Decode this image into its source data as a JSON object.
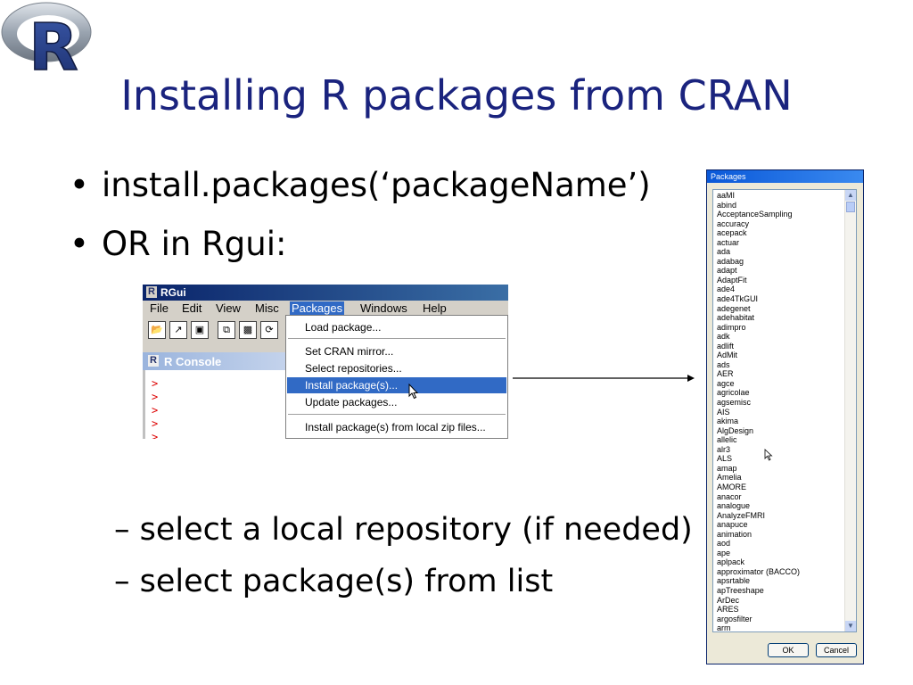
{
  "slide": {
    "title": "Installing R packages from CRAN",
    "bullets": [
      "install.packages(‘packageName’)",
      "OR in Rgui:"
    ],
    "bullet_marker": "•",
    "sub_bullets": [
      "select a local repository (if needed)",
      "select package(s) from list"
    ],
    "sub_marker": "–"
  },
  "logo": {
    "letter": "R"
  },
  "rgui": {
    "title": "RGui",
    "menus": [
      "File",
      "Edit",
      "View",
      "Misc",
      "Packages",
      "Windows",
      "Help"
    ],
    "active_menu": "Packages",
    "console_title": "R Console",
    "prompt": ">",
    "packages_menu": {
      "items": [
        "Load package...",
        "Set CRAN mirror...",
        "Select repositories...",
        "Install package(s)...",
        "Update packages...",
        "Install package(s) from local zip files..."
      ],
      "selected": "Install package(s)..."
    }
  },
  "dialog": {
    "title": "Packages",
    "packages": [
      "aaMI",
      "abind",
      "AcceptanceSampling",
      "accuracy",
      "acepack",
      "actuar",
      "ada",
      "adabag",
      "adapt",
      "AdaptFit",
      "ade4",
      "ade4TkGUI",
      "adegenet",
      "adehabitat",
      "adimpro",
      "adk",
      "adlift",
      "AdMit",
      "ads",
      "AER",
      "agce",
      "agricolae",
      "agsemisc",
      "AIS",
      "akima",
      "AlgDesign",
      "allelic",
      "alr3",
      "ALS",
      "amap",
      "Amelia",
      "AMORE",
      "anacor",
      "analogue",
      "AnalyzeFMRI",
      "anapuce",
      "animation",
      "aod",
      "ape",
      "aplpack",
      "approximator (BACCO)",
      "apsrtable",
      "apTreeshape",
      "ArDec",
      "ARES",
      "argosfilter",
      "arm"
    ],
    "ok_label": "OK",
    "cancel_label": "Cancel"
  },
  "colors": {
    "title": "#1a237e",
    "selection": "#316ac5",
    "prompt": "#dd0000"
  },
  "icons": [
    "open-folder-icon",
    "load-workspace-icon",
    "save-icon",
    "copy-icon",
    "paste-icon",
    "refresh-icon",
    "mouse-cursor-icon"
  ]
}
